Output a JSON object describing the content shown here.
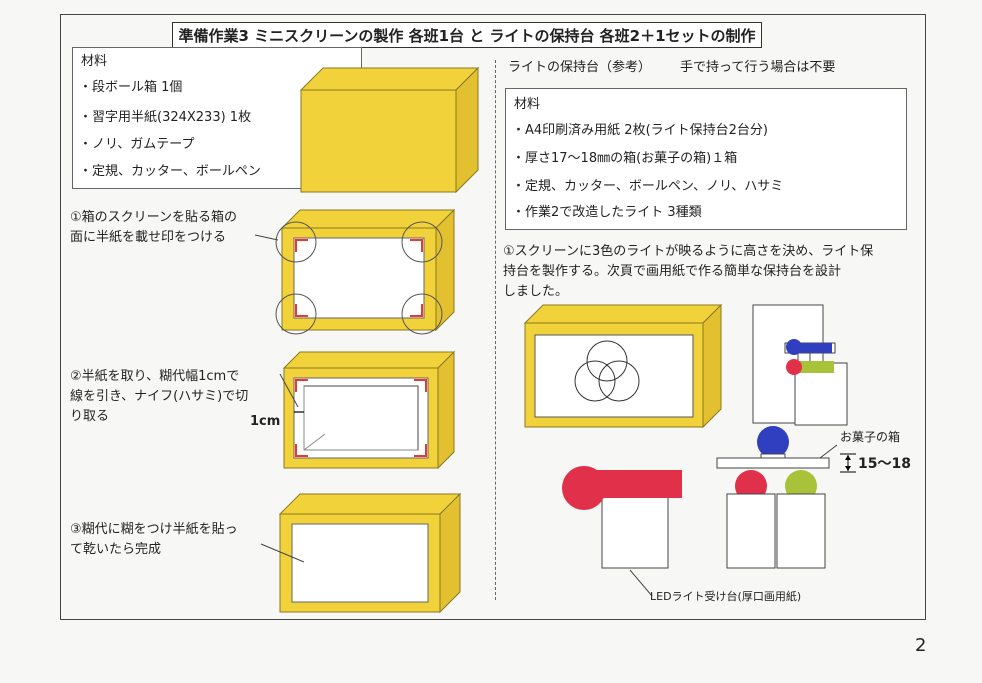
{
  "title": "準備作業3 ミニスクリーンの製作 各班1台 と ライトの保持台 各班2＋1セットの制作",
  "left": {
    "materials_heading": "材料",
    "materials": [
      "・段ボール箱 1個",
      "・習字用半紙(324X233) 1枚",
      "・ノリ、ガムテープ",
      "・定規、カッター、ボールペン"
    ],
    "step1": [
      "①箱のスクリーンを貼る箱の",
      "面に半紙を載せ印をつける"
    ],
    "step2": [
      "②半紙を取り、糊代幅1cmで",
      "線を引き、ナイフ(ハサミ)で切",
      "り取る"
    ],
    "step2_dim": "1cm",
    "step3": [
      "③糊代に糊をつけ半紙を貼っ",
      "て乾いたら完成"
    ]
  },
  "right": {
    "heading": "ライトの保持台（参考）",
    "heading_note": "手で持って行う場合は不要",
    "materials_heading": "材料",
    "materials": [
      "・A4印刷済み用紙 2枚(ライト保持台2台分)",
      "・厚さ17～18㎜の箱(お菓子の箱)１箱",
      "・定規、カッター、ボールペン、ノリ、ハサミ",
      "・作業2で改造したライト 3種類"
    ],
    "step1": [
      "①スクリーンに3色のライトが映るように高さを決め、ライト保",
      "持台を製作する。次頁で画用紙で作る簡単な保持台を設計",
      "しました。"
    ],
    "candy_box_label": "お菓子の箱",
    "height_label": "15～18",
    "led_label": "LEDライト受け台(厚口画用紙)"
  },
  "page_number": "2",
  "colors": {
    "box_yellow": "#f2d23a",
    "box_edge": "#8a7a20",
    "mark_red": "#e63b2e",
    "light_red": "#e0304a",
    "light_blue": "#2f3fc0",
    "light_green": "#a8c23a"
  }
}
